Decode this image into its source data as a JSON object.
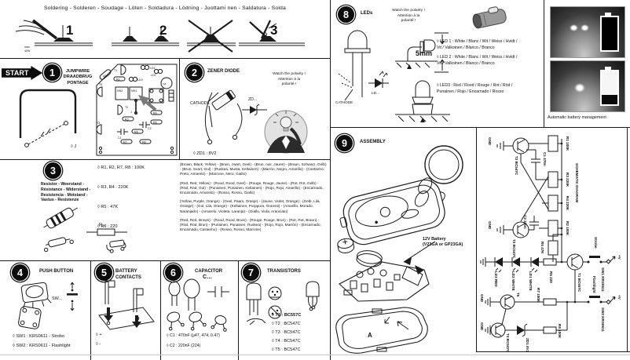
{
  "header": {
    "title": "Soldering - Solderen - Soudage - Löten - Soldadura - Lödning - Juottami nen - Saldatura - Solda",
    "n1": "1",
    "n2": "2",
    "n3": "3",
    "max1": "max.",
    "max2": "40W"
  },
  "start": {
    "label": "START"
  },
  "step1": {
    "num": "1",
    "title": "JUMPWIRE\nDRAADBRUG\nPONTAGE",
    "part": "◊  J",
    "pcb": {
      "t1": "T1",
      "t2": "T2",
      "t3": "T3",
      "t4": "T4",
      "t5": "T5",
      "ld1": "LD1",
      "ld2": "LD2",
      "ld3": "LD3",
      "sw1": "SW1",
      "sw2": "SW2",
      "c1": "C1",
      "c2": "C2",
      "j": "J",
      "r1": "R1",
      "r2": "R2",
      "r3": "R3",
      "r4": "R4",
      "r5": "R5",
      "r6": "R6",
      "r7": "R7",
      "r8": "R8"
    }
  },
  "step2": {
    "num": "2",
    "title": "ZENER DIODE",
    "polarity": "Watch the polarity !\nAttention à la\npolarité !",
    "cathode": "CATHODE",
    "symbol": "ZD...",
    "part": "◊  ZD1 : 8V2"
  },
  "step3": {
    "num": "3",
    "title": "Resistor - Weerstand -\nRésistance - Widerstand -\nResistencia - Motstand -\nVastus - Resistenze",
    "symbol": "R...",
    "parts": [
      "◊  R1, R2, R7, R8 : 100K",
      "◊  R3, R4 : 220K",
      "◊  R5 : 47K",
      "◊  R6 : 220"
    ],
    "colors": [
      "(Brown, Black, Yellow) - (Bruin, zwart, Geel) - (Brun, noir, Jaune) - (Braun, Schwarz, Gelb) - (Brun, Svart, Gul) - (Ruskea, Musta, Keltainen) - (Marrón, Negro, Amarillo) - (Castanho, Preto, Amarelo) - (Marrone, Nero, Giallo)",
      "(Red, Red, Yellow) - (Rood, Rood, Geel) - (Rouge, Rouge, Jaune) - (Rot, Rot, Gelb) - (Röd, Röd, Gul) - (Punainen, Punainen, Keltainen) - (Rojo, Rojo, Amarillo) - (Encarnado, Encarnado, Amarelo) - (Rosso, Rosso, Giallo)",
      "(Yellow, Purple, Orange) - (Geel, Paars, Oranje) - (Jaune, Violet, Orange) - (Gelb, Lila, Orange) - (Gul, Lila, Orange) - (Keltainen, Purppura, Oranssi) - (Amarillo, Morado, Naranjado) - (Amarelo, Violeta, Laranja) - (Giallo, Viola, Aranciato)",
      "(Red, Red, Brown) - (Rood, Rood, Bruin) - (Rouge, Rouge, Brun) - (Rot, Rot, Braun) - (Röd, Röd, Brun) - (Punainen, Punainen, Ruskea) - (Rojo, Rojo, Marrón) - (Encarnado, Encarnado, Castanho) - (Rosso, Rosso, Marrone)"
    ]
  },
  "step4": {
    "num": "4",
    "title": "PUSH BUTTON",
    "symbol": "SW...",
    "parts": [
      "◊  SW1 : KRS0611 - Strobo",
      "◊  SW2 : KRS0611 - Flashlight"
    ]
  },
  "step5": {
    "num": "5",
    "title": "BATTERY CONTACTS",
    "parts": [
      "◊  +",
      "◊  -"
    ]
  },
  "step6": {
    "num": "6",
    "title": "CAPACITOR",
    "symbol": "C…",
    "parts": [
      "◊   C1 : 470nF (µ47, 474, 0.47)",
      "◊   C2 : 220nF (224)"
    ]
  },
  "step7": {
    "num": "7",
    "title": "TRANSISTORS",
    "parts": [
      "◊ T1 : BC557C",
      "◊ T2 : BC547C",
      "◊ T3 : BC547C",
      "◊ T4 : BC547C",
      "◊ T5 : BC547C"
    ]
  },
  "step8": {
    "num": "8",
    "title": "LEDs",
    "polarity": "Watch the polarity !\nAttention à la\npolarité !",
    "dim": "5mm",
    "cathode": "CATHODE",
    "symbol": "LD...",
    "parts": [
      "◊  LED 1 :  White / Blanc / Wit / Weiss / Hvidt /\nVit / Valkoinen / Blanco / Branco",
      "◊  LED 2 :  White / Blanc / Wit / Weiss / Hvidt /\nVit / Valkoinen / Blanco / Branco",
      "◊  LED3 : Red / Rood / Rouge / Rot / Röd /\nPunainen / Rojo / Encarnado / Rosso"
    ],
    "photo_caption": "Automatic battery management"
  },
  "step9": {
    "num": "9",
    "title": "ASSEMBLY",
    "battery": "12V Battery\n(V23GA or GP23GA)",
    "case_label": "A"
  },
  "schematic": {
    "title": "SCHEMATIC DIAGRAM",
    "r1": "R1 100K",
    "r2": "R2 100K",
    "r3": "R3 220K",
    "r4": "R4 220K",
    "r5": "R5 47K",
    "r6": "R6 220",
    "r7": "R7 100K",
    "r8": "R8 100K",
    "c1": "C1 470n",
    "c2": "C2 220n",
    "t1": "T1 BC557C",
    "t2": "T2 BC547C",
    "t3": "T3 BC547C",
    "t4": "T4 BC547C",
    "t5": "T5",
    "zd1": "ZD1 8V2",
    "ld1": "LD1 WHITE",
    "ld2": "LD2 WHITE",
    "ld3": "LD3 RED",
    "sw1": "SW1 KRS0611",
    "sw2": "SW2 KRS0611",
    "strobe": "Strobe",
    "flashlight": "Flashlight",
    "vplus": "+V",
    "gnd": "GND"
  }
}
